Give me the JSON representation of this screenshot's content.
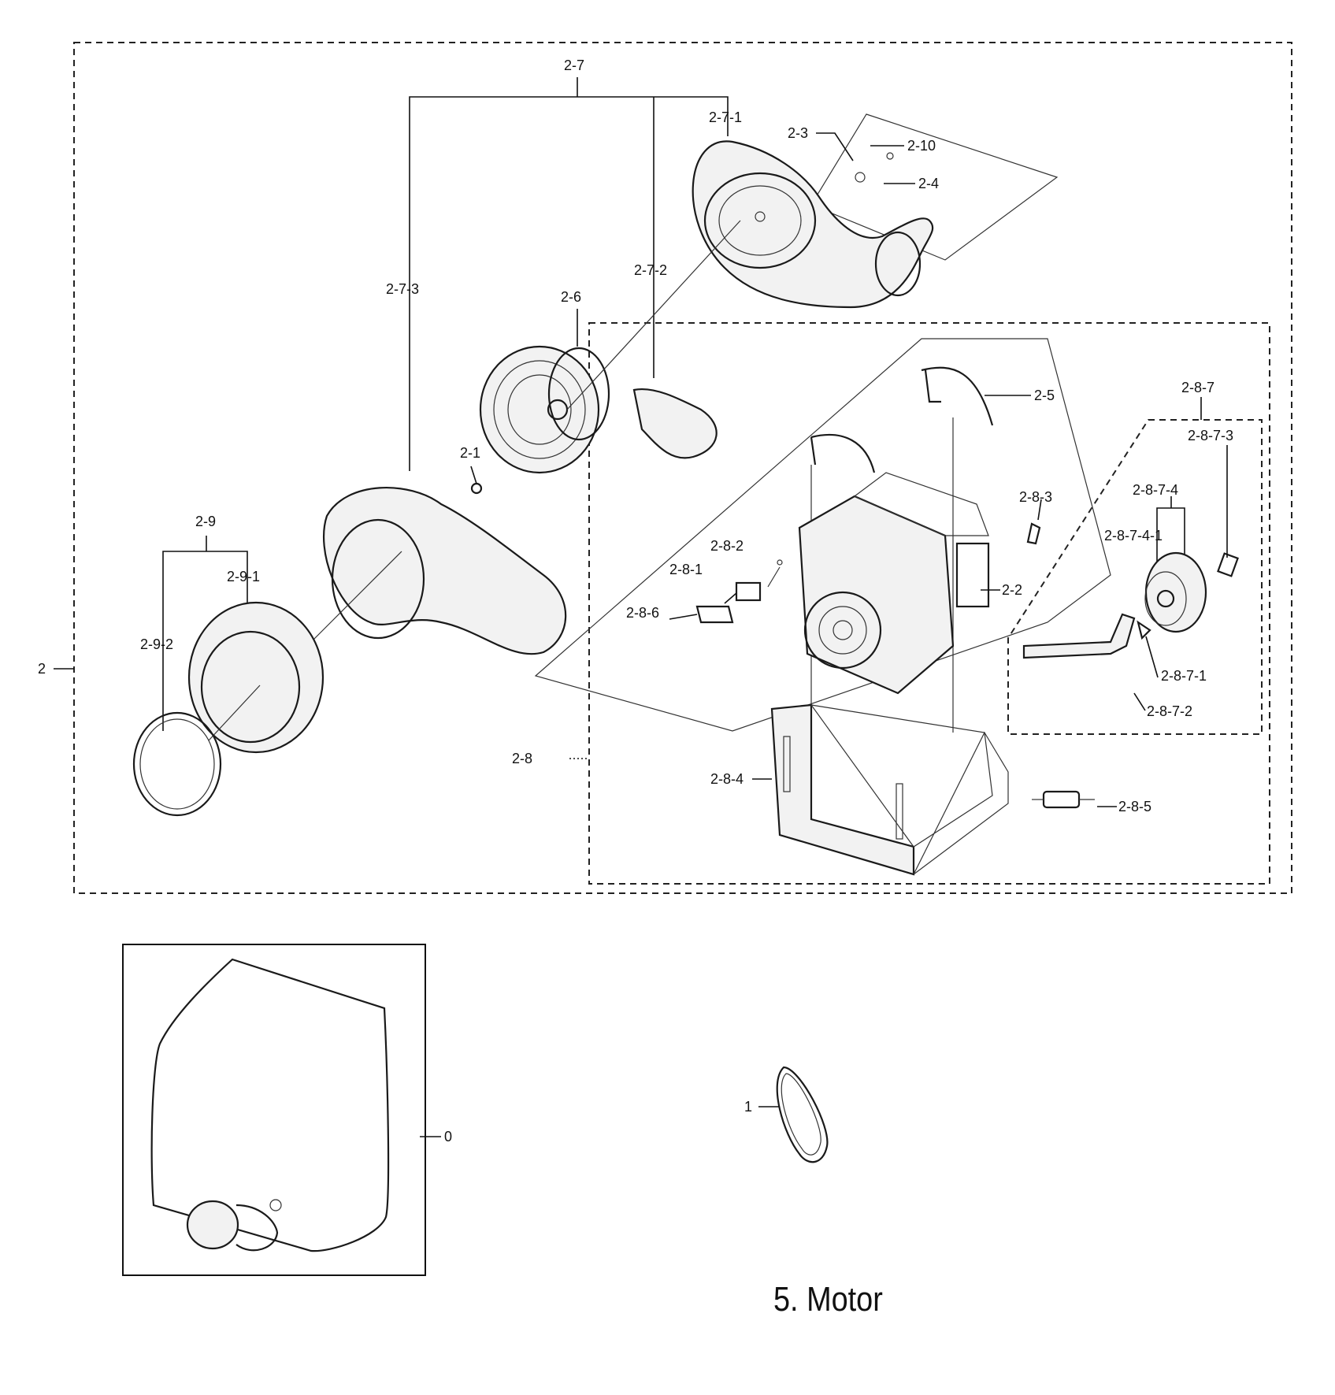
{
  "title": "5. Motor",
  "callouts": {
    "c_2": "2",
    "c_2_1": "2-1",
    "c_2_2": "2-2",
    "c_2_3": "2-3",
    "c_2_4": "2-4",
    "c_2_5": "2-5",
    "c_2_6": "2-6",
    "c_2_7": "2-7",
    "c_2_7_1": "2-7-1",
    "c_2_7_2": "2-7-2",
    "c_2_7_3": "2-7-3",
    "c_2_8": "2-8",
    "c_2_8_1": "2-8-1",
    "c_2_8_2": "2-8-2",
    "c_2_8_3": "2-8-3",
    "c_2_8_4": "2-8-4",
    "c_2_8_5": "2-8-5",
    "c_2_8_6": "2-8-6",
    "c_2_8_7": "2-8-7",
    "c_2_8_7_1": "2-8-7-1",
    "c_2_8_7_2": "2-8-7-2",
    "c_2_8_7_3": "2-8-7-3",
    "c_2_8_7_4": "2-8-7-4",
    "c_2_8_7_4_1": "2-8-7-4-1",
    "c_2_9": "2-9",
    "c_2_9_1": "2-9-1",
    "c_2_9_2": "2-9-2",
    "c_2_10": "2-10",
    "c_0": "0",
    "c_1": "1"
  }
}
